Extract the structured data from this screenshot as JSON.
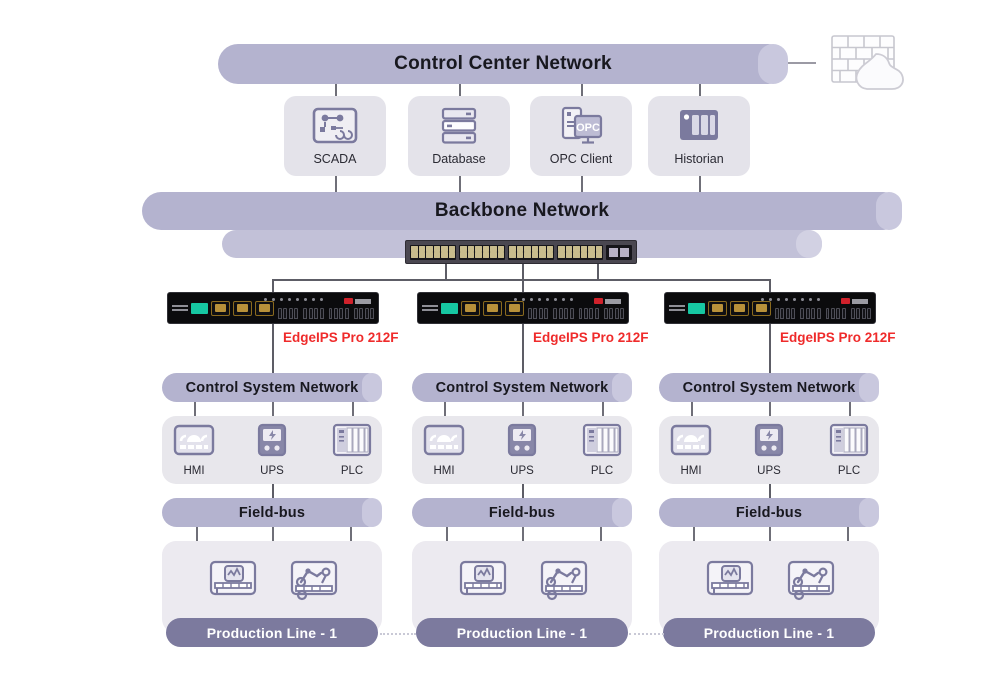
{
  "diagram": {
    "title_top": "Control Center Network",
    "backbone": "Backbone Network",
    "firewall_icon": "firewall-brick-wall-flame-icon",
    "switch_icon": "rack-switch-icon"
  },
  "control_center": {
    "nodes": [
      {
        "label": "SCADA",
        "icon": "scada-screen-icon"
      },
      {
        "label": "Database",
        "icon": "database-server-stack-icon"
      },
      {
        "label": "OPC Client",
        "icon": "opc-client-monitor-icon",
        "screen_text": "OPC"
      },
      {
        "label": "Historian",
        "icon": "historian-server-icon"
      }
    ]
  },
  "cells": [
    {
      "ips_label": "EdgeIPS Pro 212F",
      "network_label": "Control System Network",
      "fieldbus_label": "Field-bus",
      "production_label": "Production Line - 1",
      "devices": [
        {
          "label": "HMI",
          "icon": "hmi-gauge-panel-icon"
        },
        {
          "label": "UPS",
          "icon": "ups-battery-bolt-icon"
        },
        {
          "label": "PLC",
          "icon": "plc-rack-modules-icon"
        }
      ],
      "production_icons": [
        {
          "icon": "conveyor-inspection-machine-icon"
        },
        {
          "icon": "robotic-arm-assembly-icon"
        }
      ]
    },
    {
      "ips_label": "EdgeIPS Pro 212F",
      "network_label": "Control System Network",
      "fieldbus_label": "Field-bus",
      "production_label": "Production Line - 1",
      "devices": [
        {
          "label": "HMI",
          "icon": "hmi-gauge-panel-icon"
        },
        {
          "label": "UPS",
          "icon": "ups-battery-bolt-icon"
        },
        {
          "label": "PLC",
          "icon": "plc-rack-modules-icon"
        }
      ],
      "production_icons": [
        {
          "icon": "conveyor-inspection-machine-icon"
        },
        {
          "icon": "robotic-arm-assembly-icon"
        }
      ]
    },
    {
      "ips_label": "EdgeIPS Pro 212F",
      "network_label": "Control System Network",
      "fieldbus_label": "Field-bus",
      "production_label": "Production Line - 1",
      "devices": [
        {
          "label": "HMI",
          "icon": "hmi-gauge-panel-icon"
        },
        {
          "label": "UPS",
          "icon": "ups-battery-bolt-icon"
        },
        {
          "label": "PLC",
          "icon": "plc-rack-modules-icon"
        }
      ],
      "production_icons": [
        {
          "icon": "conveyor-inspection-machine-icon"
        },
        {
          "icon": "robotic-arm-assembly-icon"
        }
      ]
    }
  ],
  "colors": {
    "bar": "#b4b3cf",
    "bar_light": "#c2c1d8",
    "panel": "#e8e7ec",
    "production_pill": "#7c7a9e",
    "icon_purple": "#7b7a9e",
    "ips_label_red": "#ef2b2b",
    "device_dark": "#0b0b0d"
  }
}
